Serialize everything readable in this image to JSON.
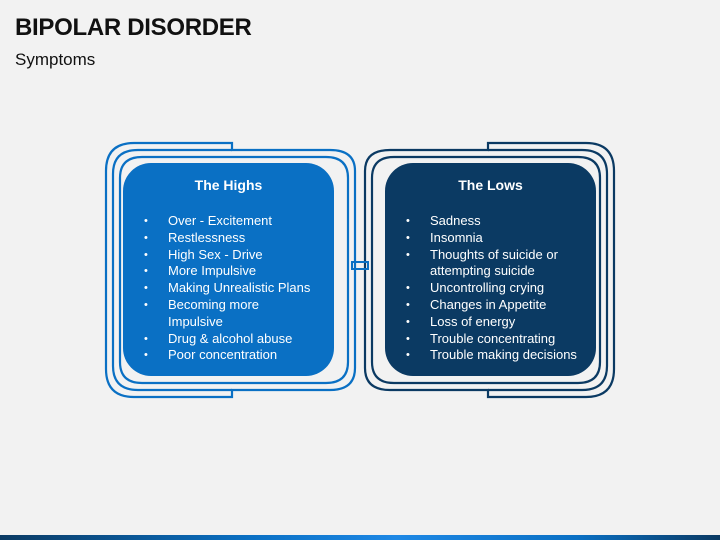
{
  "slide": {
    "title": "BIPOLAR DISORDER",
    "subtitle": "Symptoms"
  },
  "highs": {
    "heading": "The Highs",
    "color": "#0a70c4",
    "items": [
      "Over - Excitement",
      "Restlessness",
      "High Sex - Drive",
      "More Impulsive",
      "Making Unrealistic Plans",
      "Becoming more Impulsive",
      "Drug & alcohol abuse",
      "Poor concentration"
    ]
  },
  "lows": {
    "heading": "The Lows",
    "color": "#0b3a63",
    "items": [
      "Sadness",
      "Insomnia",
      "Thoughts of suicide or attempting suicide",
      "Uncontrolling crying",
      "Changes in Appetite",
      "Loss of energy",
      "Trouble concentrating",
      "Trouble making decisions"
    ]
  },
  "bullet_glyph": "•"
}
